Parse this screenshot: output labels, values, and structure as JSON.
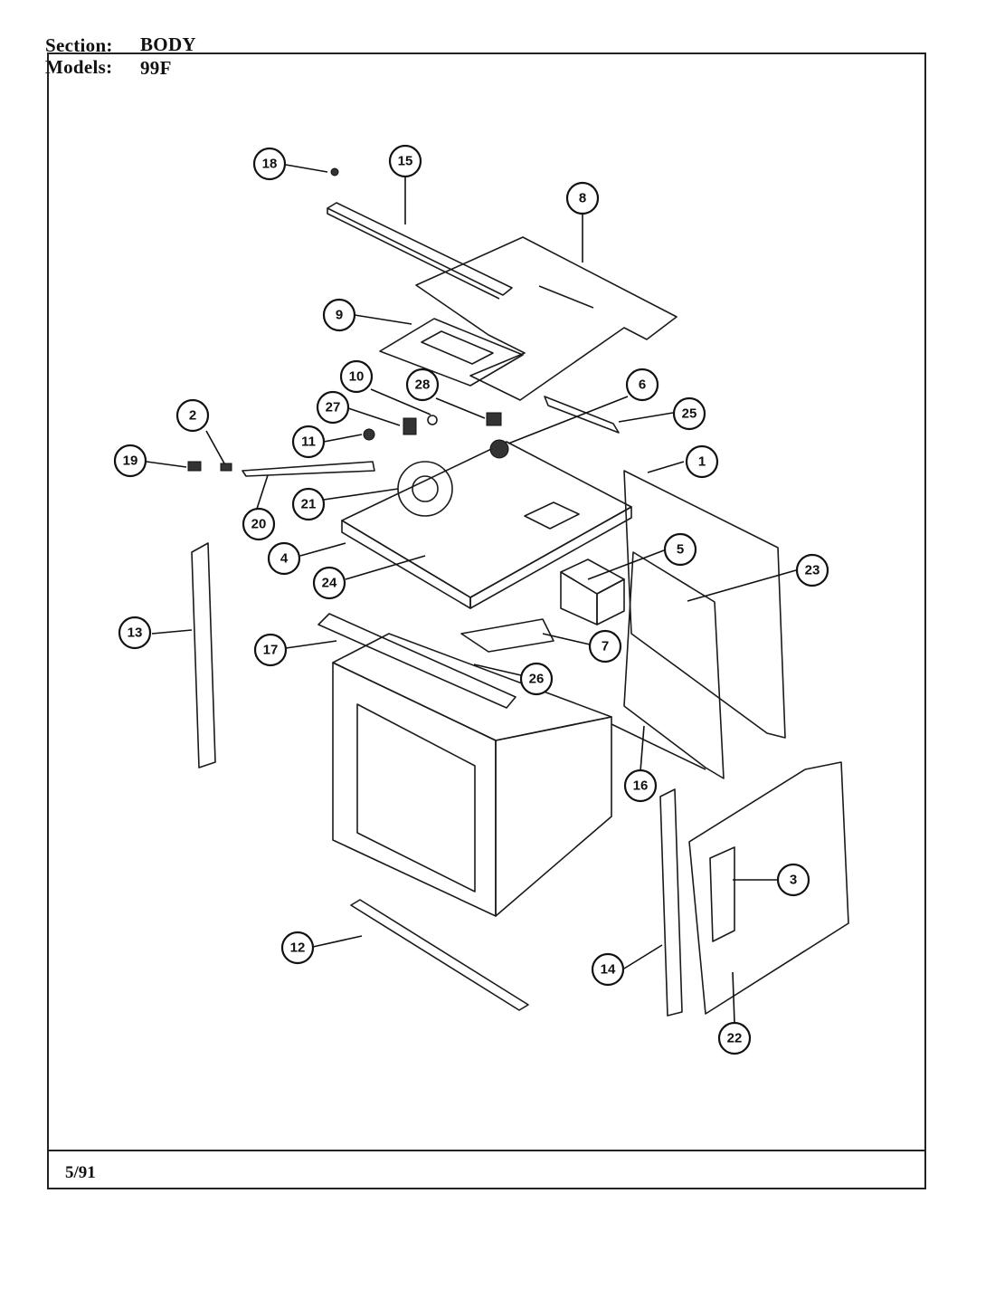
{
  "header": {
    "section_label": "Section:",
    "section_value": "BODY",
    "models_label": "Models:",
    "models_value": "99F"
  },
  "footer": {
    "date": "5/91"
  },
  "callouts": [
    "1",
    "2",
    "3",
    "4",
    "5",
    "6",
    "7",
    "8",
    "9",
    "10",
    "11",
    "12",
    "13",
    "14",
    "15",
    "16",
    "17",
    "18",
    "19",
    "20",
    "21",
    "22",
    "23",
    "24",
    "25",
    "26",
    "27",
    "28"
  ]
}
